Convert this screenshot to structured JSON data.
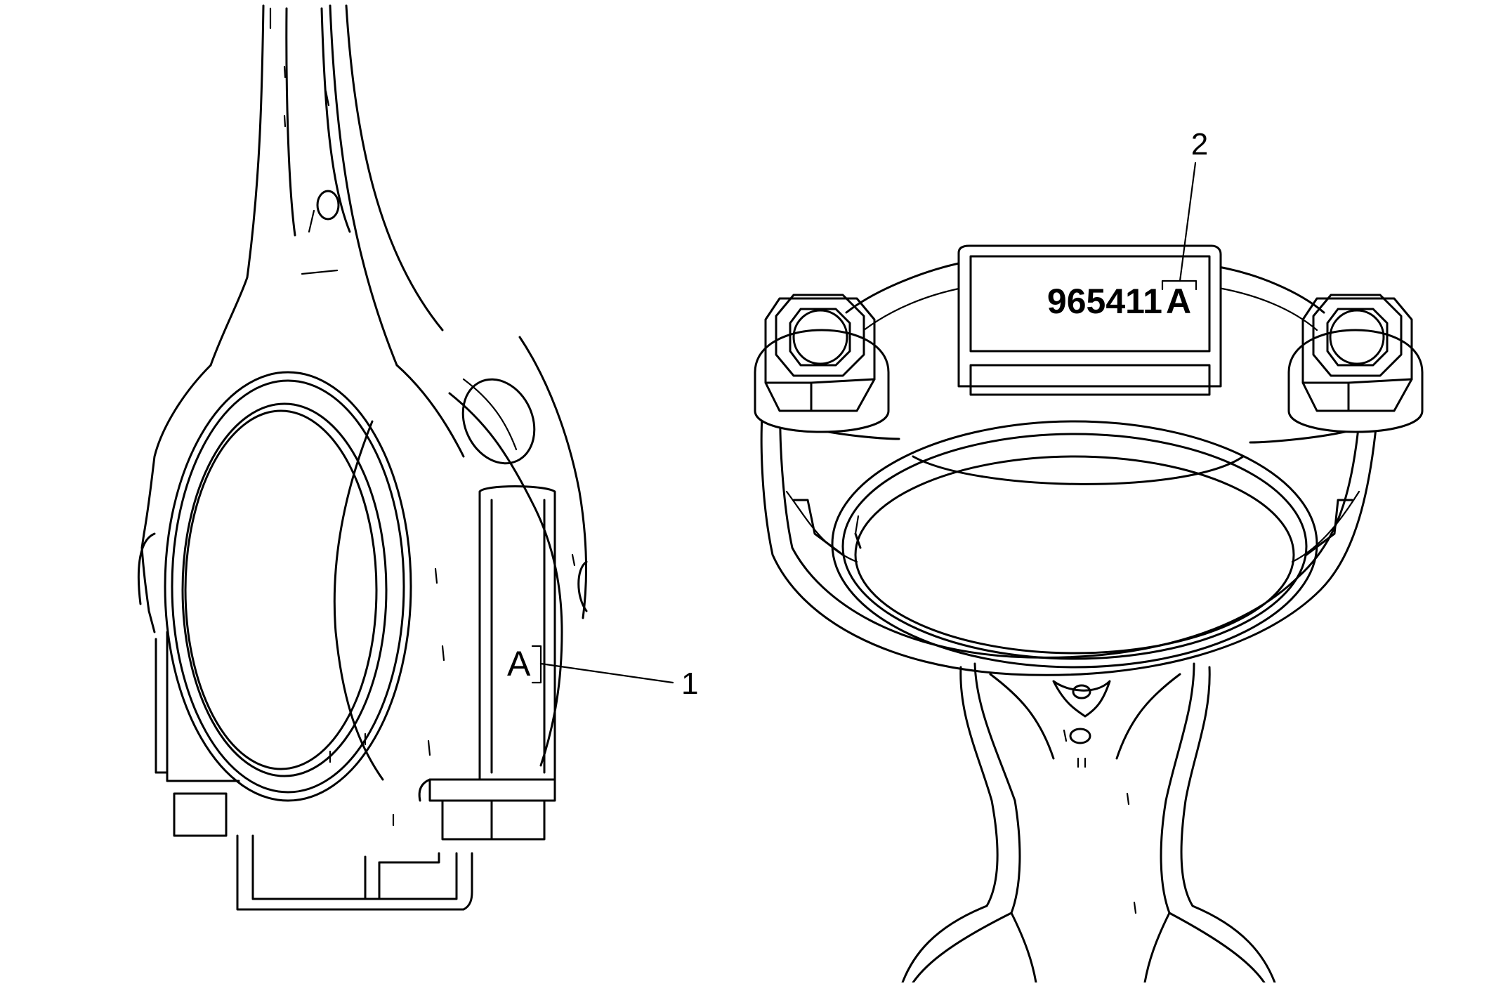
{
  "diagram": {
    "left_view": {
      "stamp_letter": "A",
      "callout_number": "1"
    },
    "right_view": {
      "stamp_code": "965411",
      "stamp_letter": "A",
      "callout_number": "2"
    }
  }
}
